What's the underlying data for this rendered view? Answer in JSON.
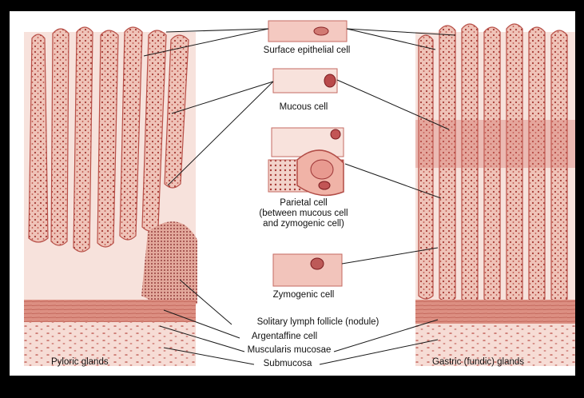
{
  "figure": {
    "colors": {
      "background": "#000000",
      "panel": "#ffffff",
      "tissue_light": "#f3cfc6",
      "tissue_mid": "#e7a597",
      "nuclei": "#9c2a2a",
      "muscle": "#d9877a",
      "leader": "#1a1a1a"
    },
    "left_panel_caption": "Pyloric glands",
    "right_panel_caption": "Gastric (fundic) glands",
    "cell_labels": {
      "surface_epithelial": "Surface epithelial cell",
      "mucous": "Mucous cell",
      "parietal_line1": "Parietal cell",
      "parietal_line2": "(between mucous cell",
      "parietal_line3": "and zymogenic cell)",
      "zymogenic": "Zymogenic cell"
    },
    "layer_labels": {
      "lymph_follicle": "Solitary lymph follicle (nodule)",
      "argentaffine": "Argentaffine cell",
      "muscularis": "Muscularis mucosae",
      "submucosa": "Submucosa"
    }
  }
}
